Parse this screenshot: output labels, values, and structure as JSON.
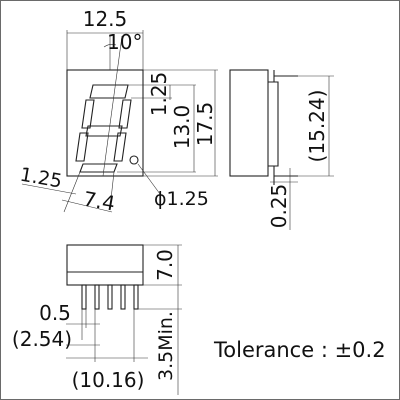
{
  "front_view": {
    "width": "12.5",
    "slant_angle": "10°",
    "segment_height": "1.25",
    "digit_height": "13.0",
    "body_height": "17.5",
    "segment_width": "1.25",
    "digit_width": "7.4",
    "dp_diameter": "ϕ1.25"
  },
  "side_view": {
    "row_spacing": "(15.24)",
    "lead_thickness": "0.25"
  },
  "bottom_view": {
    "body_depth": "7.0",
    "lead_width": "0.5",
    "lead_pitch": "(2.54)",
    "lead_span": "(10.16)",
    "lead_length": "3.5Min."
  },
  "tolerance": "Tolerance : ±0.2"
}
